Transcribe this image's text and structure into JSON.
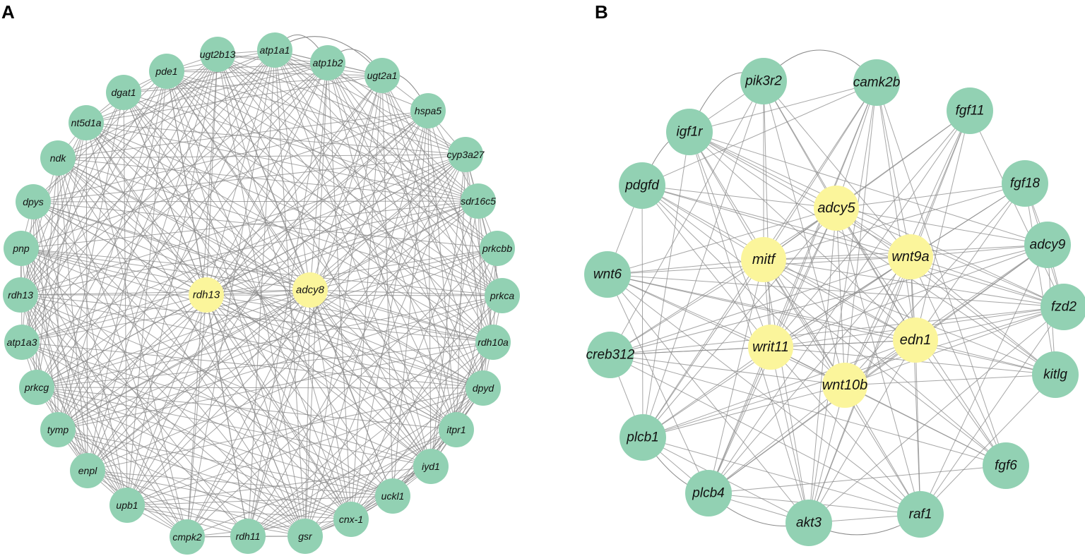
{
  "panels": [
    {
      "label": "A",
      "hubs": [
        "rdh13",
        "adcy8"
      ],
      "outer": [
        "atp1a1",
        "atp1b2",
        "ugt2a1",
        "hspa5",
        "cyp3a27",
        "sdr16c5",
        "prkcbb",
        "prkca",
        "rdh10a",
        "dpyd",
        "itpr1",
        "iyd1",
        "uckl1",
        "cnx-1",
        "gsr",
        "rdh11",
        "cmpk2",
        "upb1",
        "enpl",
        "tymp",
        "prkcg",
        "atp1a3",
        "rdh13",
        "pnp",
        "dpys",
        "ndk",
        "nt5d1a",
        "dgat1",
        "pde1",
        "ugt2b13"
      ]
    },
    {
      "label": "B",
      "hubs": [
        "adcy5",
        "mitf",
        "wnt9a",
        "writ11",
        "edn1",
        "wnt10b"
      ],
      "outer": [
        "pik3r2",
        "camk2b",
        "fgf11",
        "fgf18",
        "adcy9",
        "fzd2",
        "kitlg",
        "fgf6",
        "raf1",
        "akt3",
        "plcb4",
        "plcb1",
        "creb312",
        "wnt6",
        "pdgfd",
        "igf1r"
      ]
    }
  ],
  "colors": {
    "hub": "#fbf59b",
    "outer": "#92d1b3",
    "edge": "#8a8a8a"
  }
}
